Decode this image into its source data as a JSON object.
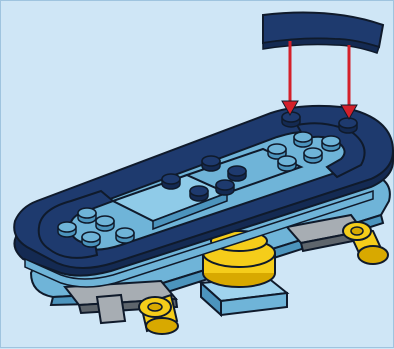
{
  "instruction": {
    "type": "lego-assembly-step",
    "step_text": "",
    "new_part": {
      "name": "curved-tile-2x4",
      "color": "#1e3a6e"
    },
    "arrow_count": 2,
    "arrow_color": "#d4202a"
  },
  "model": {
    "name": "hoverboard",
    "colors": {
      "dark_blue": "#1e3a6e",
      "dark_blue_shadow": "#142a52",
      "medium_azure": "#6fb4d8",
      "medium_azure_light": "#8fcbe8",
      "light_bluish_gray": "#a7adb3",
      "dark_bluish_gray": "#5e656c",
      "bright_yellow": "#f5cd1a",
      "yellow_shadow": "#d8a900",
      "light_aqua": "#9fd3ee",
      "outline": "#0f1a2b"
    },
    "parts": [
      "top-plate-oval",
      "center-tile-strip",
      "round-stud",
      "yellow-rotor-hub",
      "left-yellow-pin",
      "right-yellow-pin",
      "gray-connector-plate",
      "azure-base-plate"
    ]
  }
}
